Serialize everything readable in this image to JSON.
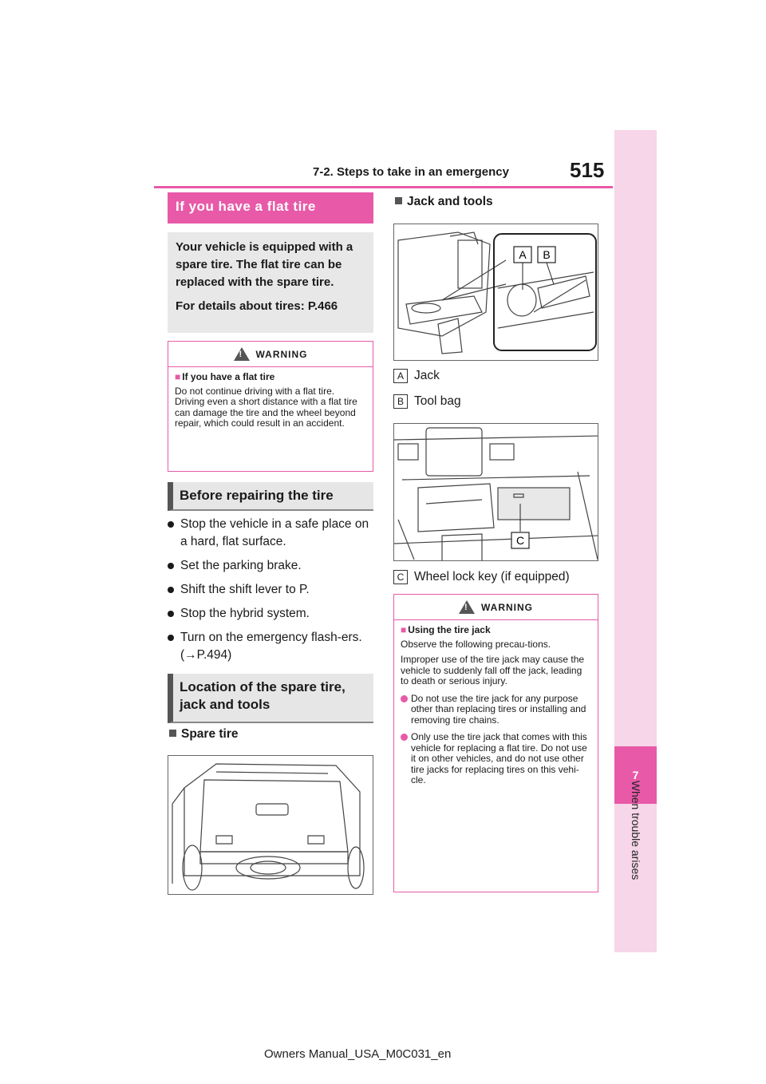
{
  "header": {
    "section": "7-2. Steps to take in an emergency",
    "page_number": "515"
  },
  "side_tab": {
    "number": "7",
    "label": "When trouble arises"
  },
  "footer": "Owners Manual_USA_M0C031_en",
  "title": "If you have a flat tire",
  "intro": {
    "line1": "Your vehicle is equipped with a spare tire. The flat tire can be replaced with the spare tire.",
    "line2": "For details about tires: P.466"
  },
  "warning1": {
    "label": "WARNING",
    "subheading": "If you have a flat tire",
    "body": "Do not continue driving with a flat tire.",
    "body2": "Driving even a short distance with a flat tire can damage the tire and the wheel beyond repair, which could result in an accident."
  },
  "section_before": "Before repairing the tire",
  "steps": [
    "Stop the vehicle in a safe place on a hard, flat surface.",
    "Set the parking brake.",
    "Shift the shift lever to P.",
    "Stop the hybrid system.",
    "Turn on the emergency flash-ers. (→P.494)"
  ],
  "section_location": "Location of the spare tire, jack and tools",
  "spare_tire_heading": "Spare tire",
  "jack_heading": "Jack and tools",
  "figure1_callouts": [
    "A",
    "B"
  ],
  "figure2_callouts": [
    "C"
  ],
  "legend": [
    {
      "letter": "A",
      "text": "Jack"
    },
    {
      "letter": "B",
      "text": "Tool bag"
    },
    {
      "letter": "C",
      "text": "Wheel lock key (if equipped)"
    }
  ],
  "warning2": {
    "label": "WARNING",
    "subheading": "Using the tire jack",
    "body1": "Observe the following precau-tions.",
    "body2": "Improper use of the tire jack may cause the vehicle to suddenly fall off the jack, leading to death or serious injury.",
    "items": [
      "Do not use the tire jack for any purpose other than replacing tires or installing and removing tire chains.",
      "Only use the tire jack that comes with this vehicle for replacing a flat tire. Do not use it on other vehicles, and do not use other tire jacks for replacing tires on this vehi-cle."
    ]
  },
  "colors": {
    "accent": "#e85aa8",
    "tab": "#f6d6e8",
    "gray_box": "#e8e8e8"
  }
}
